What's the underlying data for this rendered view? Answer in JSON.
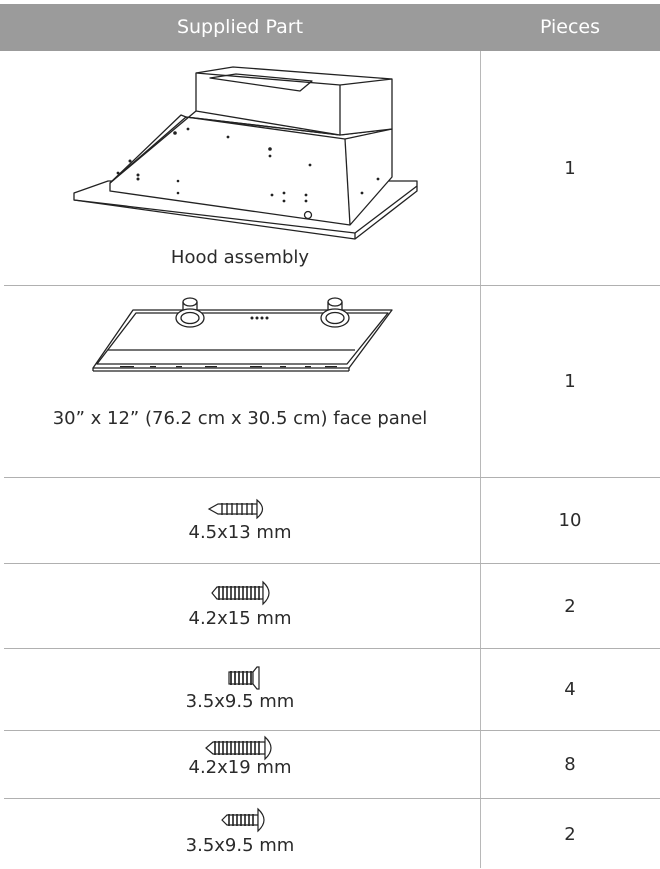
{
  "table": {
    "headers": {
      "part": "Supplied Part",
      "pieces": "Pieces"
    },
    "rows": [
      {
        "part": "Hood assembly",
        "pieces": "1",
        "icon": "hood-assembly-icon"
      },
      {
        "part": "30” x 12” (76.2 cm x 30.5 cm) face panel",
        "pieces": "1",
        "icon": "face-panel-icon"
      },
      {
        "part": "4.5x13 mm",
        "pieces": "10",
        "icon": "screw-icon"
      },
      {
        "part": "4.2x15 mm",
        "pieces": "2",
        "icon": "screw-icon"
      },
      {
        "part": "3.5x9.5 mm",
        "pieces": "4",
        "icon": "flat-head-screw-icon"
      },
      {
        "part": "4.2x19 mm",
        "pieces": "8",
        "icon": "screw-icon"
      },
      {
        "part": "3.5x9.5 mm",
        "pieces": "2",
        "icon": "screw-icon"
      }
    ]
  },
  "colors": {
    "header_bg": "#9b9b9b",
    "header_text": "#ffffff",
    "border": "#b0b0b0",
    "text": "#2b2b2b"
  }
}
